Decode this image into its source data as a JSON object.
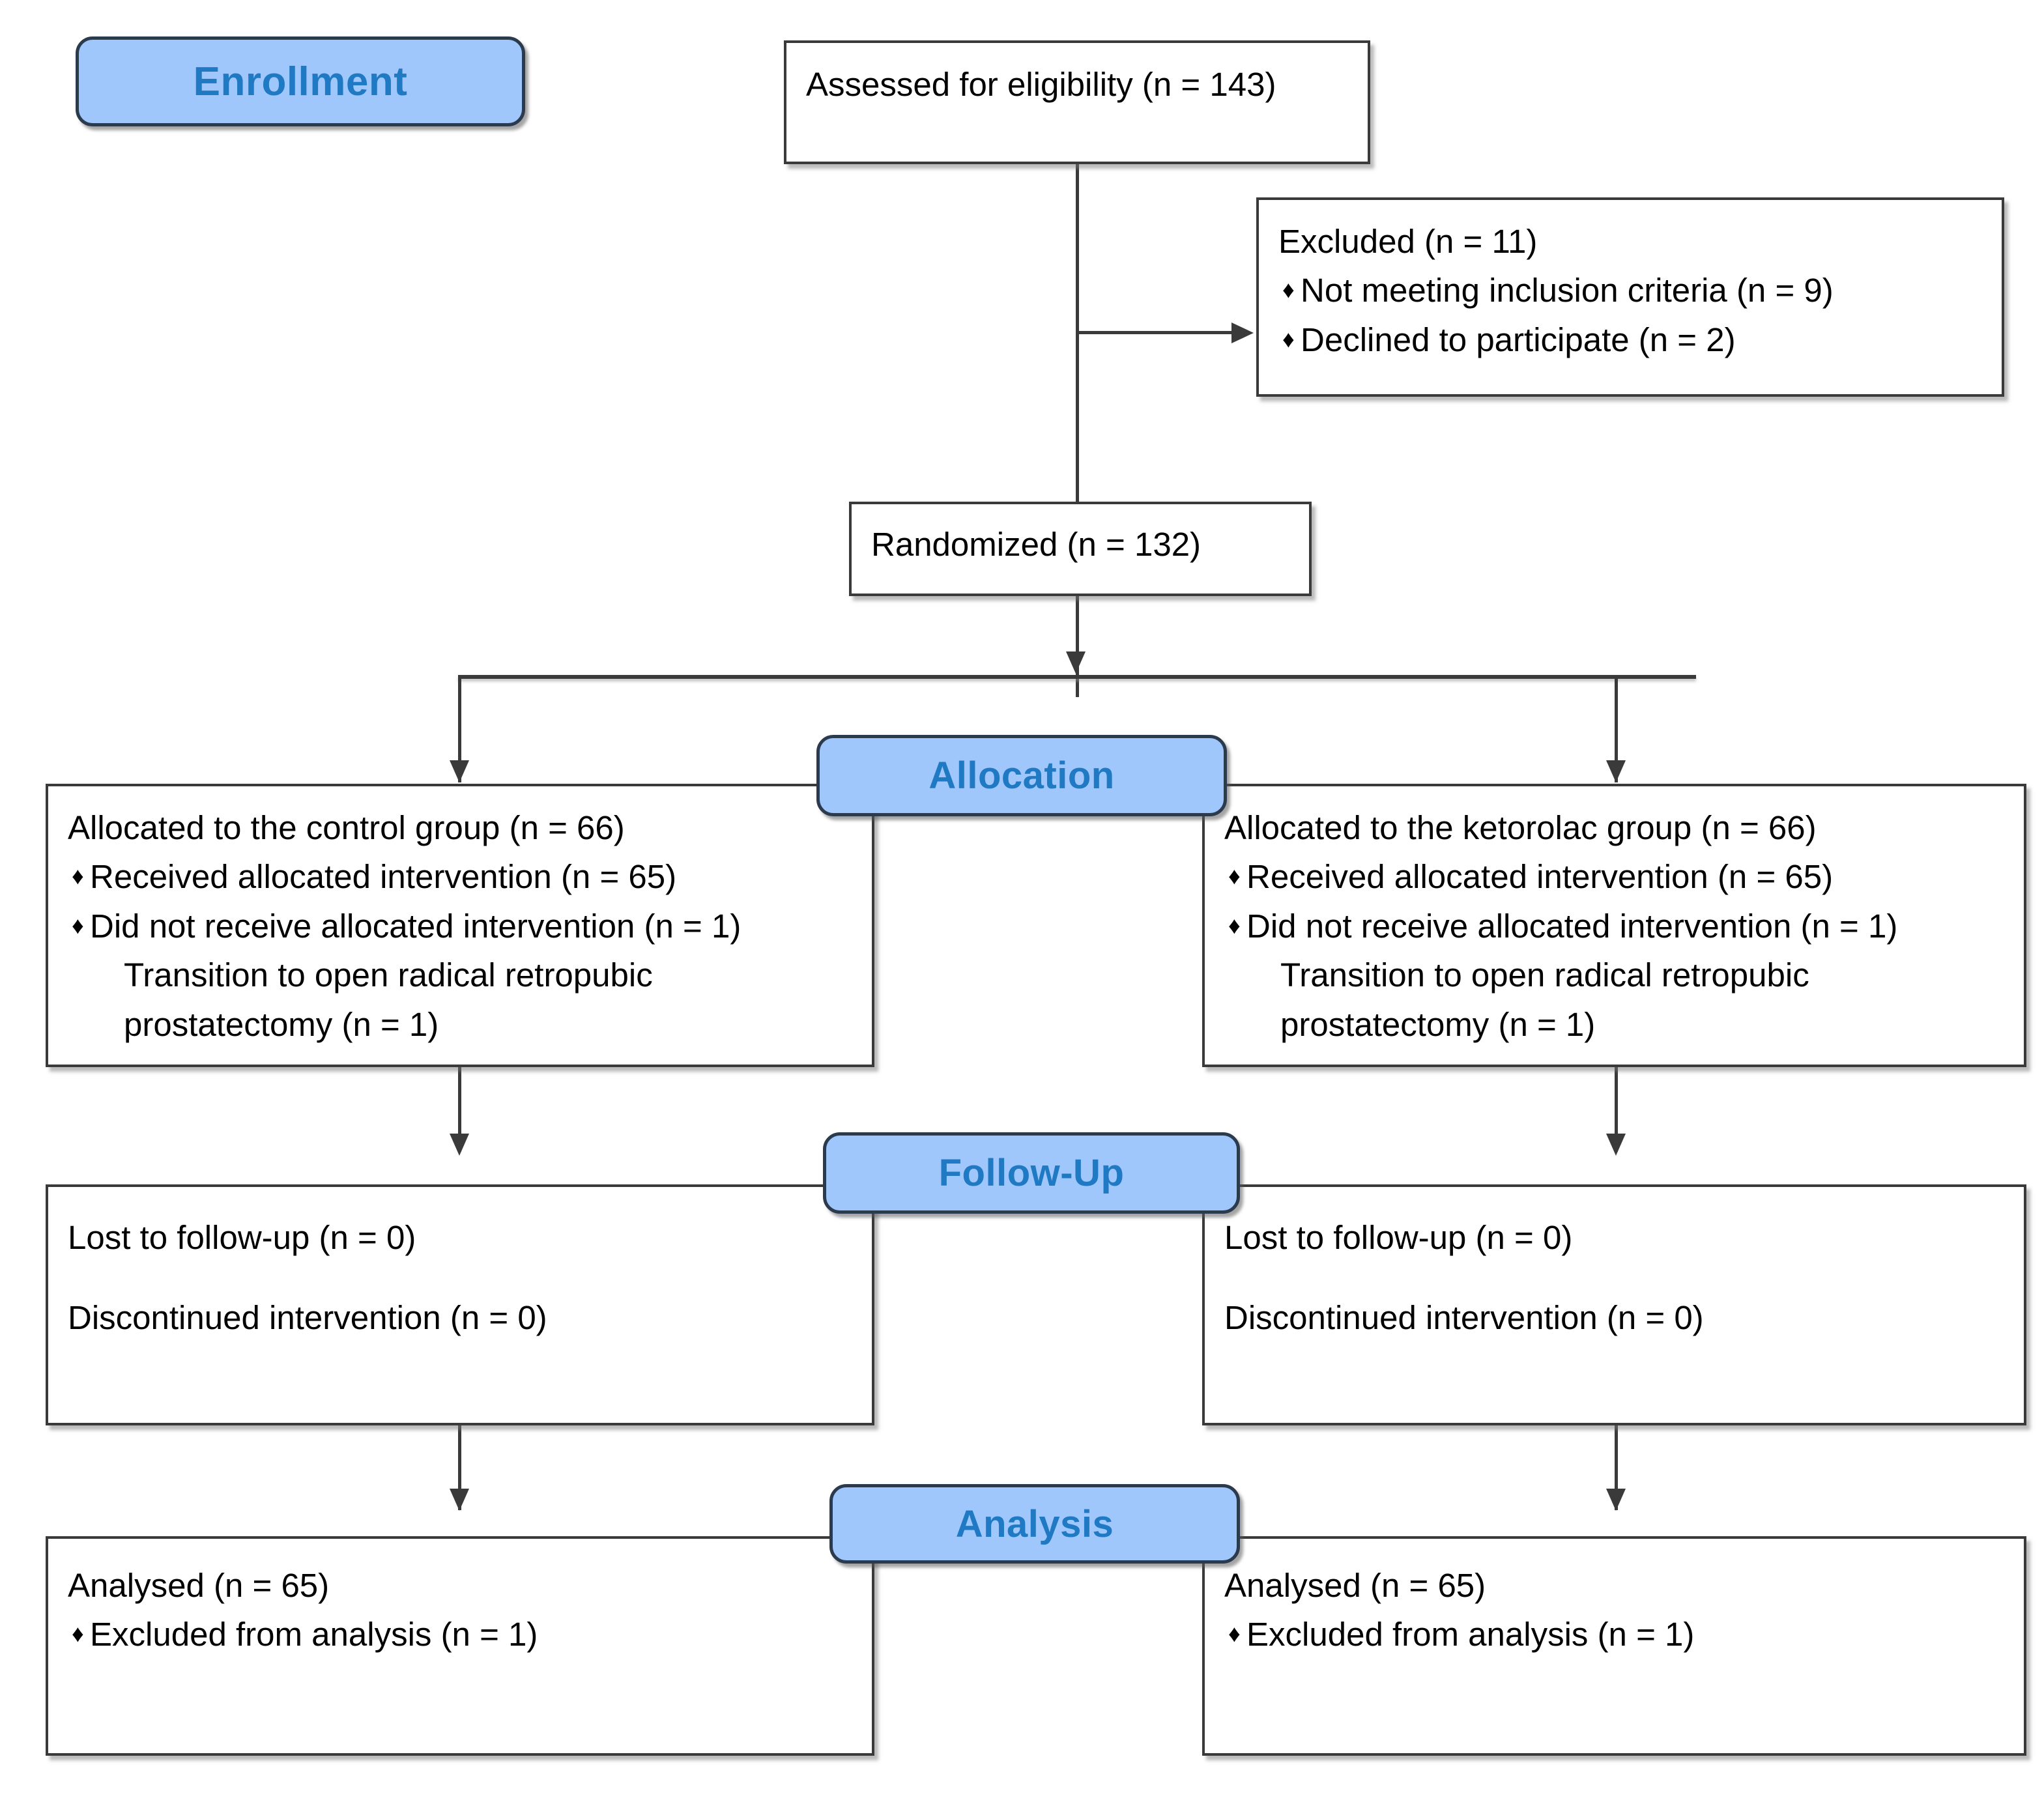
{
  "diagram": {
    "title": "CONSORT participant flow diagram",
    "colors": {
      "badge_fill": "#9FC7FC",
      "badge_border": "#2b3a4d",
      "badge_text": "#1F79C3",
      "box_border": "#3a3a3a",
      "box_fill": "#ffffff",
      "connector": "#3a3a3a",
      "page_background": "#ffffff"
    },
    "bullet_glyph": "♦"
  },
  "stages": {
    "enrollment": "Enrollment",
    "allocation": "Allocation",
    "followup": "Follow-Up",
    "analysis": "Analysis"
  },
  "enrollment": {
    "assessed": {
      "line1": "Assessed for eligibility (n = 143)"
    },
    "excluded": {
      "line1": "Excluded (n = 11)",
      "bullet1": "Not meeting inclusion criteria (n = 9)",
      "bullet2": "Declined to participate (n = 2)"
    },
    "randomized": {
      "line1": "Randomized (n = 132)"
    }
  },
  "allocation": {
    "control": {
      "line1": "Allocated to the control group (n = 66)",
      "bullet1": "Received allocated intervention (n = 65)",
      "bullet2": "Did not receive allocated intervention (n = 1)",
      "sub1": "Transition to open radical retropubic",
      "sub2": "prostatectomy (n = 1)"
    },
    "ketorolac": {
      "line1": "Allocated to the ketorolac group (n = 66)",
      "bullet1": "Received allocated intervention (n = 65)",
      "bullet2": "Did not receive allocated intervention (n = 1)",
      "sub1": "Transition to open radical retropubic",
      "sub2": "prostatectomy (n = 1)"
    }
  },
  "followup": {
    "control": {
      "line1": "Lost to follow-up (n = 0)",
      "line2": "Discontinued intervention (n = 0)"
    },
    "ketorolac": {
      "line1": "Lost to follow-up (n = 0)",
      "line2": "Discontinued intervention (n = 0)"
    }
  },
  "analysis": {
    "control": {
      "line1": "Analysed (n = 65)",
      "bullet1": "Excluded from analysis (n = 1)"
    },
    "ketorolac": {
      "line1": "Analysed (n = 65)",
      "bullet1": "Excluded from analysis (n = 1)"
    }
  }
}
